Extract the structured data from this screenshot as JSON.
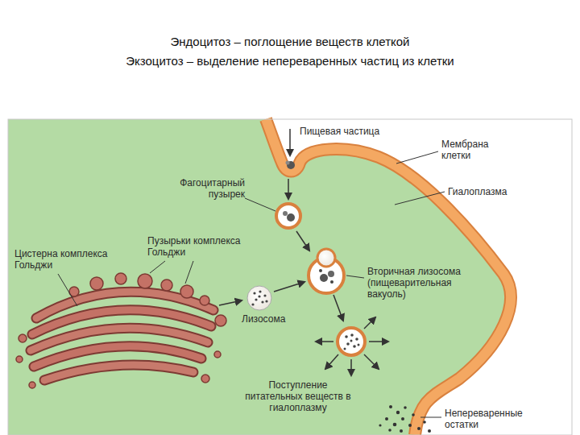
{
  "diagram": {
    "title": "Эндоцитоз – поглощение веществ клеткой",
    "caption": "Экзоцитоз – выделение непереваренных частиц из клетки",
    "labels": [
      "Пищевая частица",
      "Мембрана клетки",
      "Гиалоплазма",
      "Фагоцитарный пузырек",
      "Цистерна комплекса Гольджи",
      "Пузырьки комплекса Гольджи",
      "Лизосома",
      "Вторичная лизосома (пищеварительная вакуоль)",
      "Поступление питательных веществ в гиалоплазму",
      "Непереваренные остатки"
    ]
  }
}
